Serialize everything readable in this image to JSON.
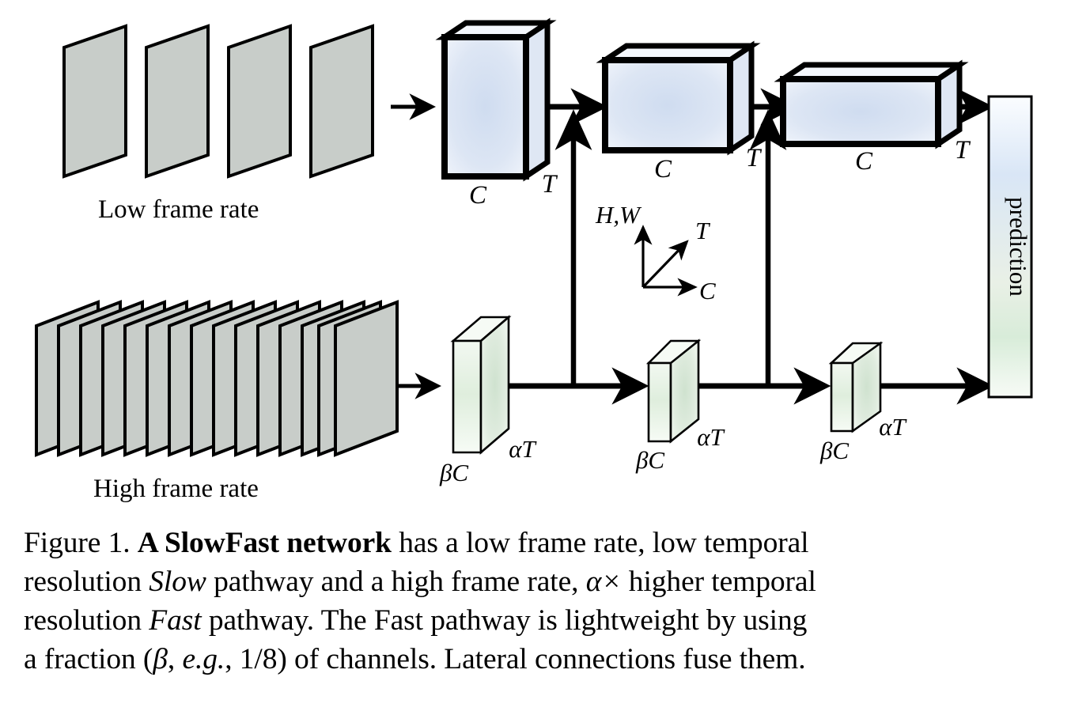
{
  "figure": {
    "title": "SlowFast network architecture diagram",
    "slow_pathway": {
      "input_label": "Low frame rate",
      "frame_count": 4,
      "stages": [
        {
          "channel_label": "C",
          "time_label": "T"
        },
        {
          "channel_label": "C",
          "time_label": "T"
        },
        {
          "channel_label": "C",
          "time_label": "T"
        }
      ]
    },
    "fast_pathway": {
      "input_label": "High frame rate",
      "frame_count": 16,
      "stages": [
        {
          "channel_label": "βC",
          "time_label": "αT"
        },
        {
          "channel_label": "βC",
          "time_label": "αT"
        },
        {
          "channel_label": "βC",
          "time_label": "αT"
        }
      ]
    },
    "axis_legend": {
      "vertical_label": "H,W",
      "diagonal_label": "T",
      "horizontal_label": "C"
    },
    "output": {
      "label": "prediction"
    },
    "colors": {
      "slow_fill": "#d4dff0",
      "fast_fill": "#d9e9d9",
      "frame_fill": "#c8cdc9",
      "stroke": "#000000",
      "prediction_top": "#dae6f5",
      "prediction_mid": "#e6eedf",
      "prediction_bottom": "#f4f9f2"
    }
  },
  "caption": {
    "lines": [
      {
        "segments": [
          {
            "text": "Figure 1. ",
            "style": "normal"
          },
          {
            "text": "A SlowFast network",
            "style": "bold"
          },
          {
            "text": " has a low frame rate, low temporal",
            "style": "normal"
          }
        ]
      },
      {
        "segments": [
          {
            "text": "resolution ",
            "style": "normal"
          },
          {
            "text": "Slow",
            "style": "italic"
          },
          {
            "text": " pathway and a high frame rate, ",
            "style": "normal"
          },
          {
            "text": "α×",
            "style": "italic-math"
          },
          {
            "text": " higher temporal",
            "style": "normal"
          }
        ]
      },
      {
        "segments": [
          {
            "text": "resolution ",
            "style": "normal"
          },
          {
            "text": "Fast",
            "style": "italic"
          },
          {
            "text": " pathway. The Fast pathway is lightweight by using",
            "style": "normal"
          }
        ]
      },
      {
        "segments": [
          {
            "text": "a fraction (",
            "style": "normal"
          },
          {
            "text": "β",
            "style": "italic-math"
          },
          {
            "text": ", ",
            "style": "normal"
          },
          {
            "text": "e.g.",
            "style": "italic"
          },
          {
            "text": ", 1/8) of channels. Lateral connections fuse them.",
            "style": "normal"
          }
        ]
      }
    ]
  }
}
